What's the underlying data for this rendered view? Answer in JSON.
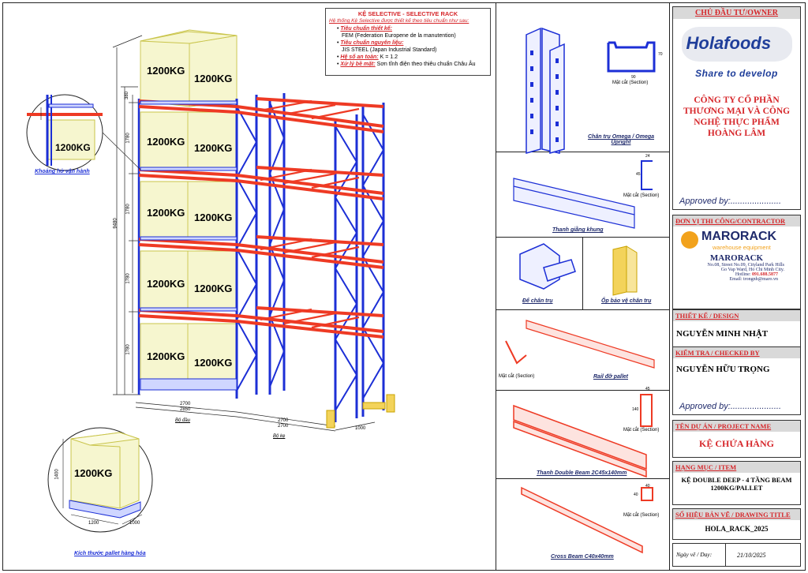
{
  "spec": {
    "title": "KỆ SELECTIVE - SELECTIVE RACK",
    "intro": "Hệ thống Kệ Selective được thiết kế theo tiêu chuẩn như sau:",
    "items": [
      {
        "label": "Tiêu chuẩn thiết kế:",
        "value": "FEM (Federation Europene de la manutention)"
      },
      {
        "label": "Tiêu chuẩn nguyên liệu:",
        "value": "JIS STEEL (Japan Industrial Standard)"
      },
      {
        "label": "Hệ số an toàn:",
        "value": "K = 1.2"
      },
      {
        "label": "Xử lý bề mặt:",
        "value": "Sơn tĩnh điện theo thiêu chuẩn Châu Âu"
      }
    ]
  },
  "drawing": {
    "load_label": "1200KG",
    "dims": {
      "height_total": "9480",
      "height_levels": [
        "1780",
        "1780",
        "1780",
        "1780"
      ],
      "h_top": "380",
      "width_bay": "2700",
      "width_bay2": "2850",
      "width_bay_right": "2700",
      "width_bay_right2": "2700",
      "side_dim": "1000"
    },
    "labels": {
      "clearance": "Khoảng hở vận hành",
      "start_bay": "Bộ đầu",
      "add_bay": "Bộ kẹ",
      "pallet_size": "Kích thước pallet hàng hóa"
    },
    "pallet_dims": {
      "h": "1400",
      "w": "1200",
      "d": "1000"
    }
  },
  "components": {
    "upright": {
      "caption": "Chân trụ Omega / Omega Upright",
      "section": "Mặt cắt (Section)",
      "w": "90",
      "h": "70"
    },
    "bracing": {
      "caption": "Thanh giằng khung",
      "section": "Mặt cắt (Section)",
      "w": "24",
      "h": "45"
    },
    "base_plate": {
      "caption": "Đế chân trụ"
    },
    "guard": {
      "caption": "Ốp bảo vệ chân trụ"
    },
    "rail": {
      "caption": "Rail đỡ pallet",
      "section": "Mặt cắt (Section)"
    },
    "beam": {
      "caption": "Thanh Double Beam 2C45x140mm",
      "section": "Mặt cắt (Section)",
      "w": "45",
      "h": "140"
    },
    "cross": {
      "caption": "Cross Beam C40x40mm",
      "section": "Mặt cắt (Section)",
      "w": "40",
      "h": "40"
    }
  },
  "title_block": {
    "owner_head": "CHỦ ĐẦU TƯ/OWNER",
    "owner_logo": "Holafoods",
    "owner_slogan": "Share to develop",
    "owner_name": "CÔNG TY CỔ PHẦN THƯƠNG MẠI VÀ CÔNG NGHỆ THỰC PHẨM HOÀNG LÂM",
    "approved": "Approved by:.....................",
    "contractor_head": "ĐƠN VỊ THI CÔNG/CONTRACTOR",
    "contractor_logo": "MARORACK",
    "contractor_sub": "warehouse equipment",
    "contractor_name": "MARORACK",
    "address1": "No.08, Street No.09, Cityland Park Hills",
    "address2": "Go Vap Ward, Ho Chi Minh City.",
    "hotline_label": "Hotline: ",
    "hotline": "091.688.5877",
    "email": "Email: trongnh@maro.vn",
    "design_head": "THIẾT KẾ / DESIGN",
    "designer": "NGUYỄN MINH NHẬT",
    "check_head": "KIỂM TRA / CHECKED BY",
    "checker": "NGUYỄN HỮU TRỌNG",
    "approved2": "Approved by:.....................",
    "project_head": "TÊN DỰ ÁN / PROJECT NAME",
    "project": "KỆ CHỨA HÀNG",
    "item_head": "HẠNG MỤC / ITEM",
    "item": "KỆ DOUBLE DEEP - 4 TẦNG BEAM 1200KG/PALLET",
    "no_head": "SỐ HIỆU BẢN VẼ / DRAWING TITLE",
    "drawing_no": "HOLA_RACK_2025",
    "date_label": "Ngày vẽ / Day:",
    "date": "21/10/2025"
  },
  "colors": {
    "frame": "#1c2fd6",
    "beam": "#ee3a24",
    "load": "#f6f6cf",
    "load_edge": "#c9c44a",
    "accent": "#d6262a",
    "navy": "#1f2a6b"
  }
}
